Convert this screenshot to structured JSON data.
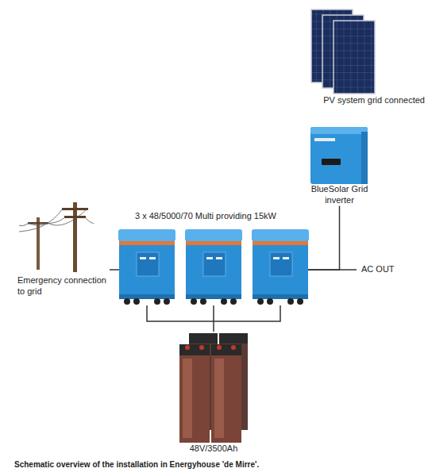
{
  "diagram": {
    "caption": "Schematic overview of the installation in Energyhouse 'de Mirre'.",
    "nodes": [
      {
        "text": [
          "PV system grid connected"
        ]
      },
      {
        "text": [
          "BlueSolar Grid inverter"
        ]
      },
      {
        "text": [
          "Emergency connection to grid"
        ]
      },
      {
        "text": [
          "3 x 48/5000/70 Multi providing 15kW"
        ]
      },
      {
        "text": [
          "48V/3500Ah"
        ]
      }
    ],
    "edges": [
      {
        "from": 2,
        "to": 3,
        "arrow": "none"
      },
      {
        "from": 1,
        "to": 3,
        "arrow": "none"
      },
      {
        "from": 3,
        "to": 4,
        "arrow": "none"
      }
    ],
    "labels": [
      "AC OUT"
    ]
  }
}
